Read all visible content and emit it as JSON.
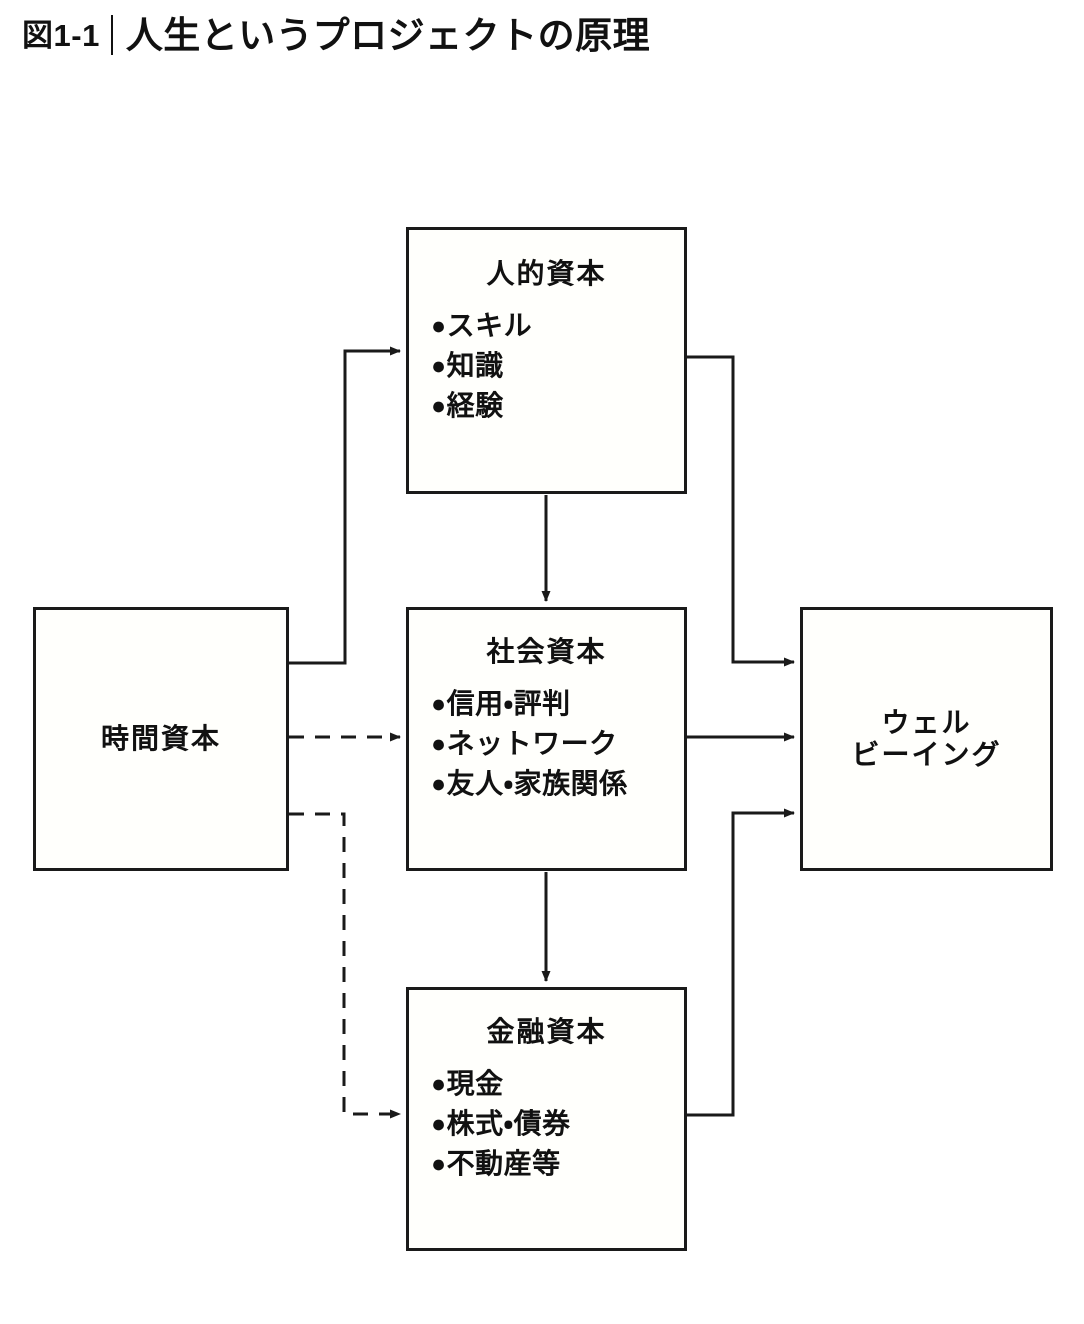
{
  "title": {
    "figure_number": "図1-1",
    "divider": "|",
    "heading": "人生というプロジェクトの原理"
  },
  "colors": {
    "ink": "#111111",
    "box_border": "#1a1a1a",
    "box_fill": "#fffffc",
    "page_background": "#ffffff"
  },
  "diagram": {
    "type": "flow-diagram",
    "nodes": [
      {
        "id": "human-capital",
        "title": "人的資本",
        "items": [
          "スキル",
          "知識",
          "経験"
        ],
        "bullet": "●"
      },
      {
        "id": "social-capital",
        "title": "社会資本",
        "items": [
          "信用・評判",
          "ネットワーク",
          "友人・家族関係"
        ],
        "bullet": "●"
      },
      {
        "id": "financial-capital",
        "title": "金融資本",
        "items": [
          "現金",
          "株式・債券",
          "不動産等"
        ],
        "bullet": "●"
      },
      {
        "id": "time-capital",
        "title": "時間資本",
        "items": [],
        "bullet": "●"
      },
      {
        "id": "wellbeing",
        "title_line1": "ウェル",
        "title_line2": "ビーイング",
        "items": [],
        "bullet": "●"
      }
    ],
    "edges": [
      {
        "id": "time-to-human",
        "from": "time-capital",
        "to": "human-capital",
        "style": "solid",
        "arrow": true
      },
      {
        "id": "time-to-social",
        "from": "time-capital",
        "to": "social-capital",
        "style": "dashed",
        "arrow": true
      },
      {
        "id": "time-to-financial",
        "from": "time-capital",
        "to": "financial-capital",
        "style": "dashed",
        "arrow": true
      },
      {
        "id": "human-to-social",
        "from": "human-capital",
        "to": "social-capital",
        "style": "solid",
        "arrow": true
      },
      {
        "id": "social-to-financial",
        "from": "social-capital",
        "to": "financial-capital",
        "style": "solid",
        "arrow": true
      },
      {
        "id": "human-to-wellbeing",
        "from": "human-capital",
        "to": "wellbeing",
        "style": "solid",
        "arrow": true
      },
      {
        "id": "social-to-wellbeing",
        "from": "social-capital",
        "to": "wellbeing",
        "style": "solid",
        "arrow": true
      },
      {
        "id": "financial-to-wellbeing",
        "from": "financial-capital",
        "to": "wellbeing",
        "style": "solid",
        "arrow": true
      }
    ]
  }
}
